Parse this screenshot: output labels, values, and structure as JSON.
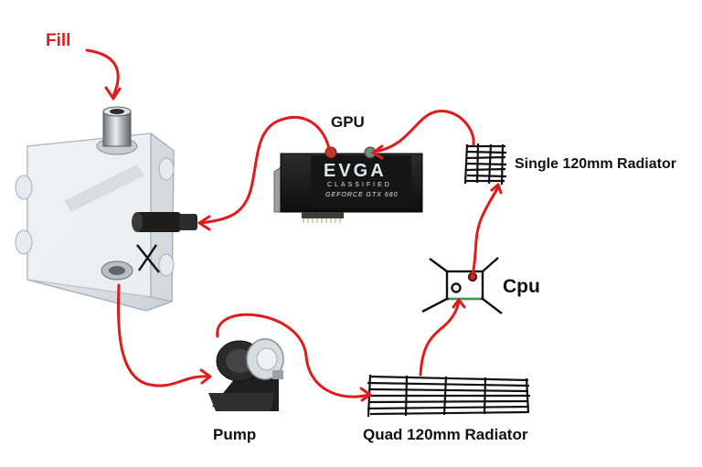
{
  "labels": {
    "fill": "Fill",
    "gpu": "GPU",
    "single_radiator": "Single 120mm Radiator",
    "cpu": "Cpu",
    "pump": "Pump",
    "quad_radiator": "Quad 120mm Radiator"
  },
  "gpu_card": {
    "brand": "EVGA",
    "series": "CLASSIFIED",
    "model": "GEFORCE GTX 680"
  },
  "colors": {
    "loop_line": "#e01b1b",
    "fill_label": "#e01b1b",
    "sketch": "#111111",
    "gpu_body": "#1c1c1c"
  },
  "icons": [
    "reservoir-image",
    "gpu-image",
    "pump-image",
    "radiator-sketch",
    "cpu-sketch",
    "cross-mark"
  ]
}
